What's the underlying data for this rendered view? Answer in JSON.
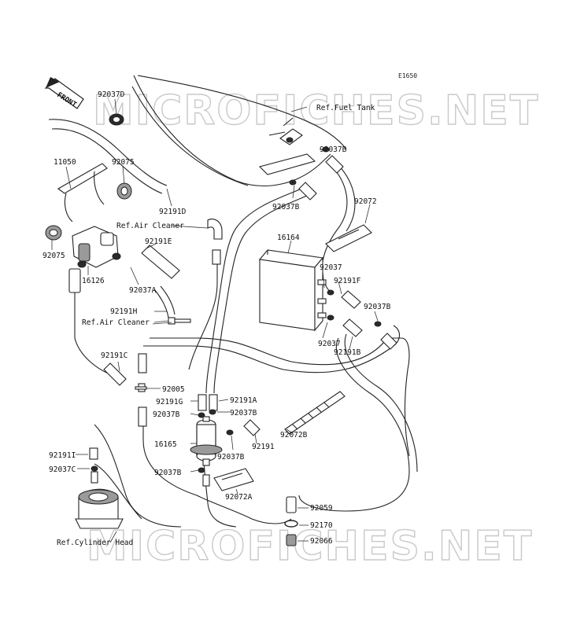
{
  "diagram_code": "E1650",
  "watermark": "MICROFICHES.NET",
  "front_label": "FRONT",
  "labels": {
    "p92037D": "92037D",
    "p11050": "11050",
    "p92075a": "92075",
    "p92075b": "92075",
    "p92191D": "92191D",
    "p16126": "16126",
    "p92037A": "92037A",
    "p92191E": "92191E",
    "p92191H": "92191H",
    "p92191C": "92191C",
    "p92005": "92005",
    "p92191G": "92191G",
    "p92037B_a": "92037B",
    "p92037B_b": "92037B",
    "p92037B_c": "92037B",
    "p92037B_d": "92037B",
    "p92037B_e": "92037B",
    "p92037B_f": "92037B",
    "p92037B_g": "92037B",
    "p92191A": "92191A",
    "p16165": "16165",
    "p92191": "92191",
    "p92072A": "92072A",
    "p92191I": "92191I",
    "p92037C": "92037C",
    "p92072": "92072",
    "p16164": "16164",
    "p92037a": "92037",
    "p92037b": "92037",
    "p92191F": "92191F",
    "p92191B": "92191B",
    "p92072B": "92072B",
    "p92059": "92059",
    "p92170": "92170",
    "p92066": "92066"
  },
  "refs": {
    "fuel_tank": "Ref.Fuel Tank",
    "air_cleaner_1": "Ref.Air Cleaner",
    "air_cleaner_2": "Ref.Air Cleaner",
    "cylinder_head": "Ref.Cylinder Head"
  }
}
